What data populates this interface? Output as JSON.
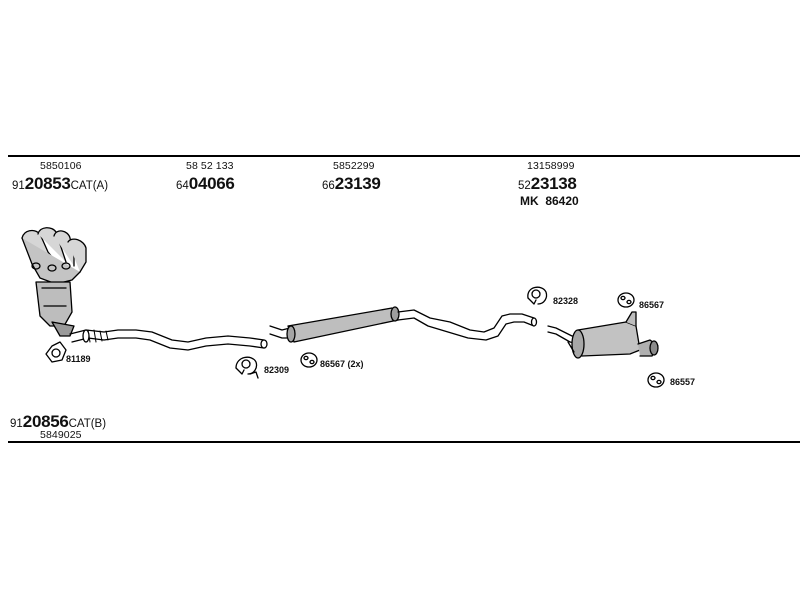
{
  "rows": {
    "top_left": {
      "code": "5850106",
      "part_prefix": "91",
      "part_main": "20853",
      "part_suffix": "CAT(A)"
    },
    "top_b": {
      "code": "58 52 133",
      "part_prefix": "64",
      "part_main": "04066"
    },
    "top_c": {
      "code": "5852299",
      "part_prefix": "66",
      "part_main": "23139"
    },
    "top_d": {
      "code": "13158999",
      "part_prefix": "52",
      "part_main": "23138",
      "extra": "MK  86420"
    },
    "bottom_left": {
      "part_prefix": "91",
      "part_main": "20856",
      "part_suffix": "CAT(B)",
      "code": "5849025"
    }
  },
  "small_parts": {
    "gasket": "81189",
    "clamp_mid": "82309",
    "rubber_mid": "86567 (2x)",
    "clamp_rear": "82328",
    "rubber_rear_top": "86567",
    "rubber_rear_bottom": "86557"
  },
  "colors": {
    "line": "#000000",
    "fill": "#c8c8c8",
    "fill_dark": "#8a8a8a"
  }
}
